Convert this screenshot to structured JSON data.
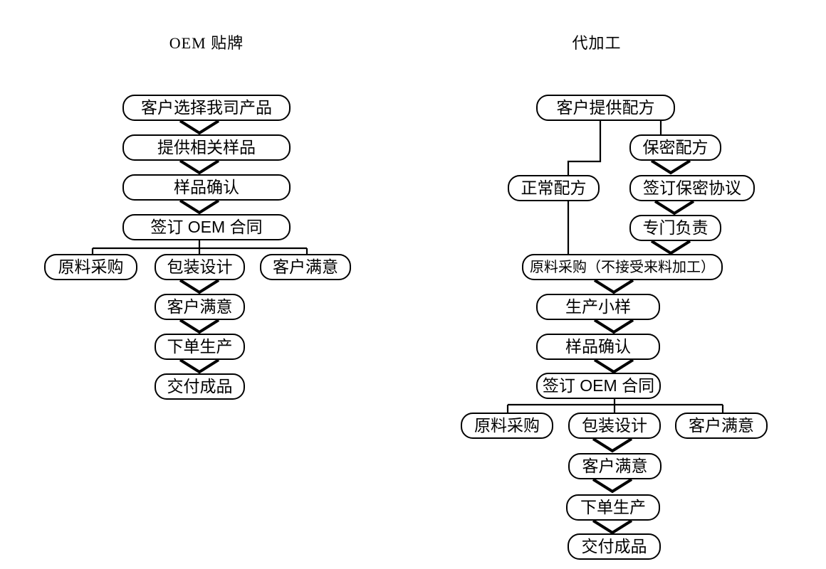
{
  "page": {
    "background_color": "#ffffff",
    "ink_color": "#000000",
    "description": "Two vertical flowcharts comparing OEM private-label process and contract-processing workflow"
  },
  "charts": [
    {
      "title": "OEM 贴牌",
      "nodes": [
        {
          "label": "客户选择我司产品"
        },
        {
          "label": "提供相关样品"
        },
        {
          "label": "样品确认"
        },
        {
          "label": "签订 OEM 合同"
        },
        {
          "label": "原料采购"
        },
        {
          "label": "包装设计"
        },
        {
          "label": "客户满意"
        },
        {
          "label": "客户满意"
        },
        {
          "label": "下单生产"
        },
        {
          "label": "交付成品"
        }
      ],
      "edges": [
        {
          "from": 0,
          "to": 1,
          "style": "chevron"
        },
        {
          "from": 1,
          "to": 2,
          "style": "chevron"
        },
        {
          "from": 2,
          "to": 3,
          "style": "chevron"
        },
        {
          "from": 3,
          "to": 4,
          "style": "line"
        },
        {
          "from": 3,
          "to": 5,
          "style": "line"
        },
        {
          "from": 3,
          "to": 6,
          "style": "line"
        },
        {
          "from": 5,
          "to": 7,
          "style": "chevron"
        },
        {
          "from": 7,
          "to": 8,
          "style": "chevron"
        },
        {
          "from": 8,
          "to": 9,
          "style": "chevron"
        }
      ]
    },
    {
      "title": "代加工",
      "nodes": [
        {
          "label": "客户提供配方"
        },
        {
          "label": "保密配方"
        },
        {
          "label": "正常配方"
        },
        {
          "label": "签订保密协议"
        },
        {
          "label": "专门负责"
        },
        {
          "label": "原料采购（不接受来料加工）"
        },
        {
          "label": "生产小样"
        },
        {
          "label": "样品确认"
        },
        {
          "label": "签订 OEM 合同"
        },
        {
          "label": "原料采购"
        },
        {
          "label": "包装设计"
        },
        {
          "label": "客户满意"
        },
        {
          "label": "客户满意"
        },
        {
          "label": "下单生产"
        },
        {
          "label": "交付成品"
        }
      ],
      "edges": [
        {
          "from": 0,
          "to": 1,
          "style": "line"
        },
        {
          "from": 0,
          "to": 2,
          "style": "line"
        },
        {
          "from": 1,
          "to": 3,
          "style": "chevron"
        },
        {
          "from": 3,
          "to": 4,
          "style": "chevron"
        },
        {
          "from": 4,
          "to": 5,
          "style": "chevron"
        },
        {
          "from": 2,
          "to": 5,
          "style": "line"
        },
        {
          "from": 5,
          "to": 6,
          "style": "chevron"
        },
        {
          "from": 6,
          "to": 7,
          "style": "chevron"
        },
        {
          "from": 7,
          "to": 8,
          "style": "chevron"
        },
        {
          "from": 8,
          "to": 9,
          "style": "line"
        },
        {
          "from": 8,
          "to": 10,
          "style": "line"
        },
        {
          "from": 8,
          "to": 11,
          "style": "line"
        },
        {
          "from": 10,
          "to": 12,
          "style": "chevron"
        },
        {
          "from": 12,
          "to": 13,
          "style": "chevron"
        },
        {
          "from": 13,
          "to": 14,
          "style": "chevron"
        }
      ]
    }
  ]
}
